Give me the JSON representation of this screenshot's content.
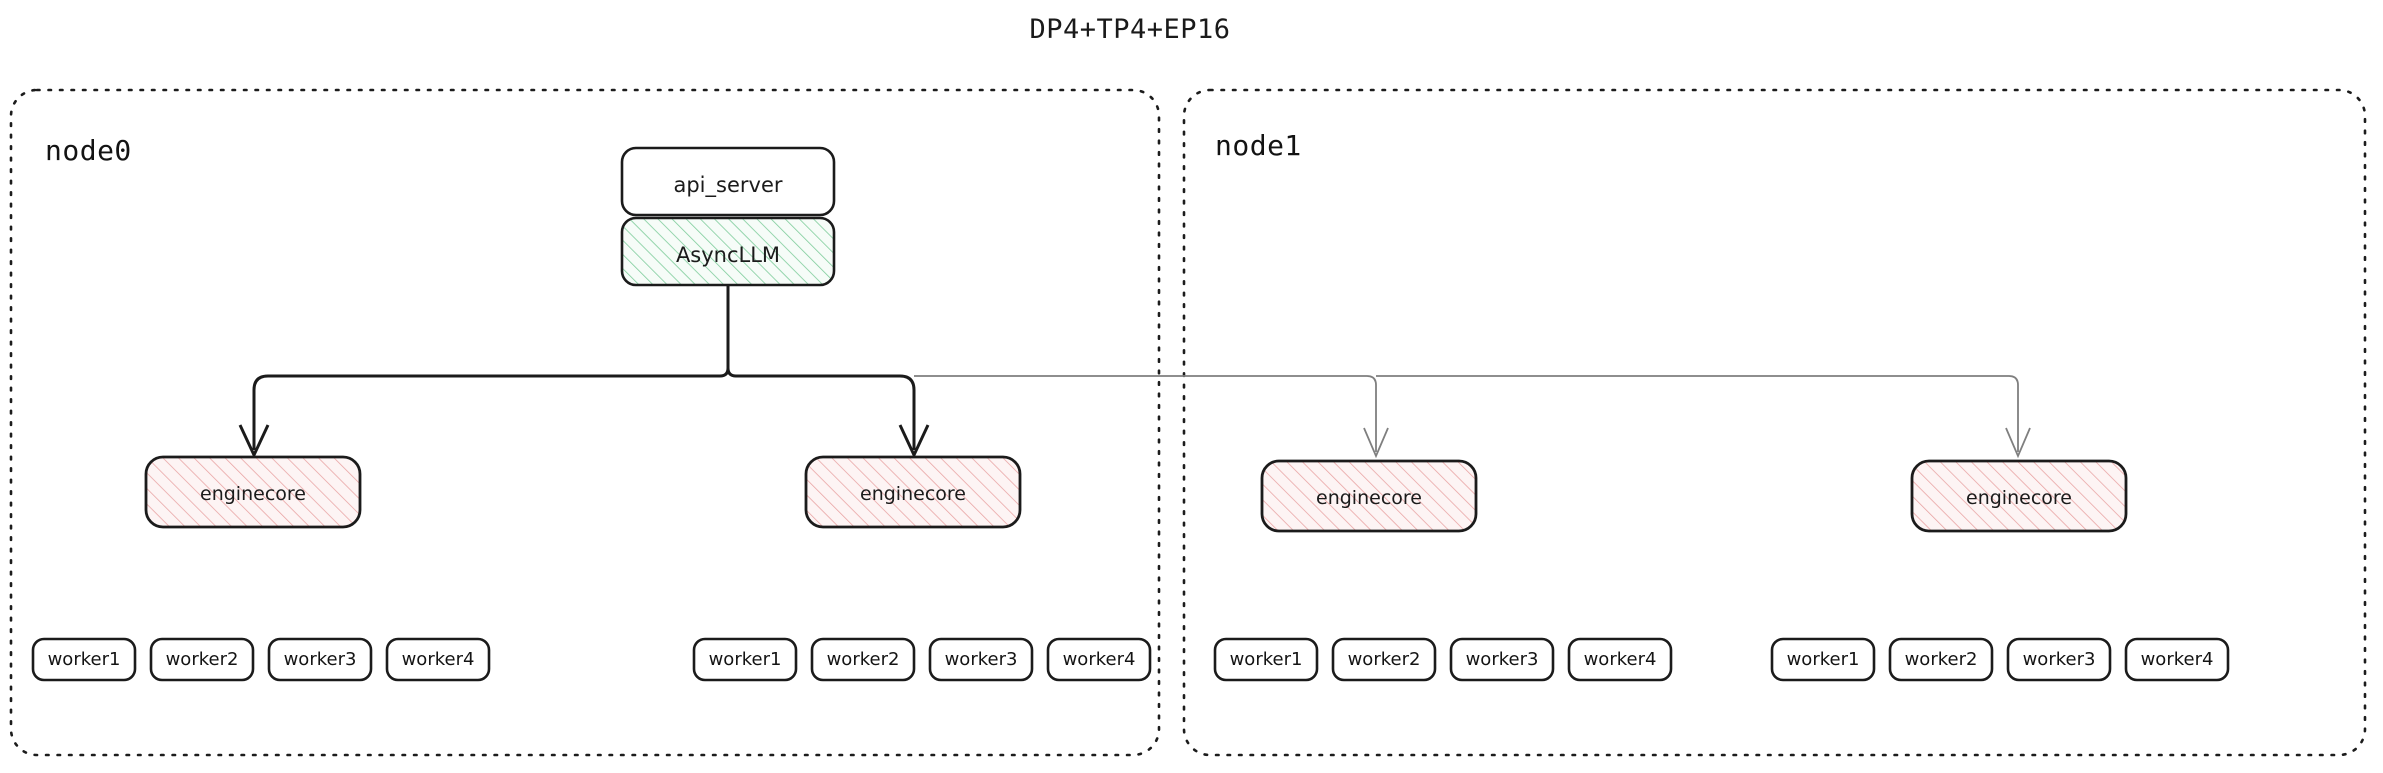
{
  "title": "DP4+TP4+EP16",
  "colors": {
    "background": "#ffffff",
    "stroke_dark": "#1b1b1b",
    "stroke_light": "#7f7f7f",
    "async_hatch": "#7dcc9a",
    "async_fill": "#f3fbf5",
    "engine_hatch": "#e8a0a0",
    "engine_fill": "#fdf3f3",
    "box_fill": "#ffffff"
  },
  "nodes": [
    {
      "id": "node0",
      "label": "node0",
      "boxes": {
        "api_server": "api_server",
        "async_llm": "AsyncLLM"
      },
      "enginecores": [
        {
          "label": "enginecore"
        },
        {
          "label": "enginecore"
        }
      ],
      "worker_groups": [
        {
          "workers": [
            "worker1",
            "worker2",
            "worker3",
            "worker4"
          ]
        },
        {
          "workers": [
            "worker1",
            "worker2",
            "worker3",
            "worker4"
          ]
        }
      ]
    },
    {
      "id": "node1",
      "label": "node1",
      "boxes": {},
      "enginecores": [
        {
          "label": "enginecore"
        },
        {
          "label": "enginecore"
        }
      ],
      "worker_groups": [
        {
          "workers": [
            "worker1",
            "worker2",
            "worker3",
            "worker4"
          ]
        },
        {
          "workers": [
            "worker1",
            "worker2",
            "worker3",
            "worker4"
          ]
        }
      ]
    }
  ]
}
